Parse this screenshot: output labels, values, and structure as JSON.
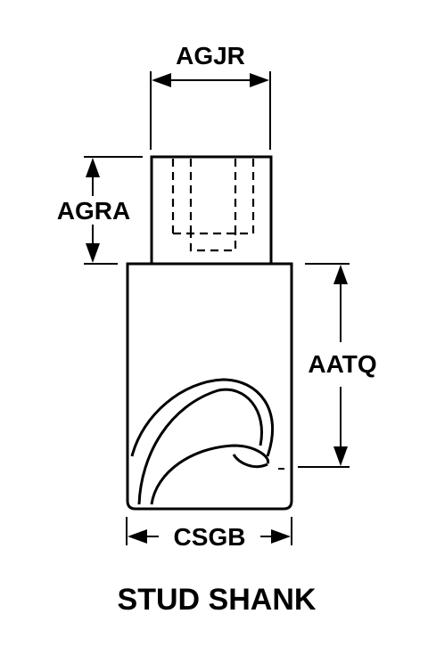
{
  "diagram": {
    "title": "STUD SHANK",
    "dimensions": {
      "top_width": "AGJR",
      "upper_height": "AGRA",
      "lower_height": "AATQ",
      "bottom_width": "CSGB"
    },
    "colors": {
      "line": "#000000",
      "background": "#ffffff"
    }
  }
}
